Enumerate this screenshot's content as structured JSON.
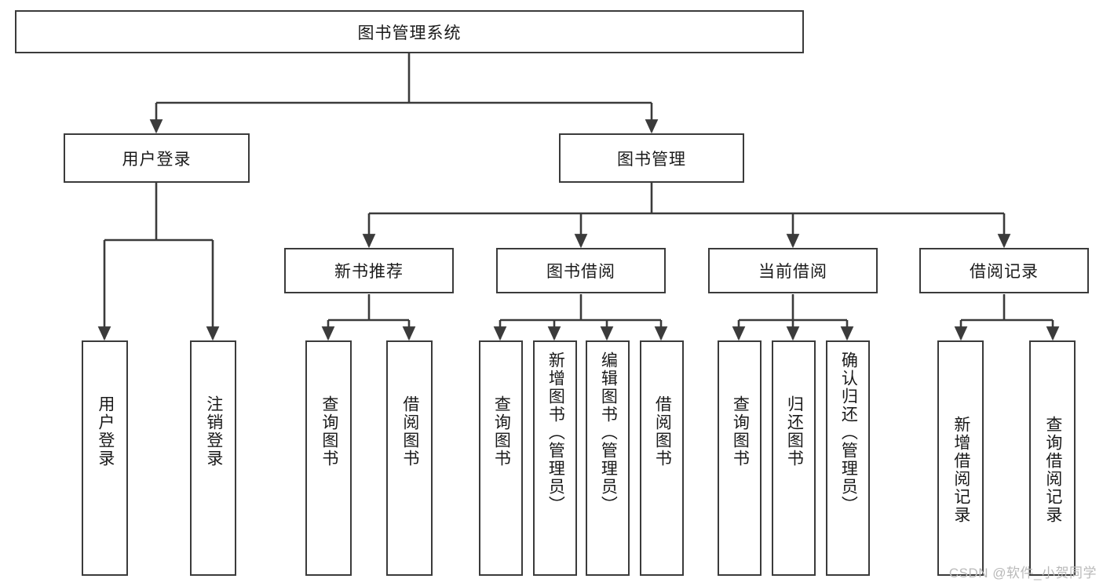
{
  "diagram": {
    "title": "图书管理系统",
    "watermark": "CSDN @软件_小贺同学",
    "colors": {
      "stroke": "#3b3b3b",
      "fill": "#ffffff",
      "text": "#1a1a1a",
      "watermark": "#b9b9b9"
    },
    "root": {
      "label": "图书管理系统"
    },
    "level2": [
      {
        "label": "用户登录"
      },
      {
        "label": "图书管理"
      }
    ],
    "level3": [
      {
        "label": "新书推荐"
      },
      {
        "label": "图书借阅"
      },
      {
        "label": "当前借阅"
      },
      {
        "label": "借阅记录"
      }
    ],
    "leaves": {
      "user_login": [
        {
          "label": "用户登录"
        },
        {
          "label": "注销登录"
        }
      ],
      "new_book": [
        {
          "label": "查询图书"
        },
        {
          "label": "借阅图书"
        }
      ],
      "book_borrow": [
        {
          "label": "查询图书"
        },
        {
          "label": "新增图书（管理员）"
        },
        {
          "label": "编辑图书（管理员）"
        },
        {
          "label": "借阅图书"
        }
      ],
      "current_borrow": [
        {
          "label": "查询图书"
        },
        {
          "label": "归还图书"
        },
        {
          "label": "确认归还（管理员）"
        }
      ],
      "borrow_record": [
        {
          "label": "新增借阅记录"
        },
        {
          "label": "查询借阅记录"
        }
      ]
    }
  }
}
